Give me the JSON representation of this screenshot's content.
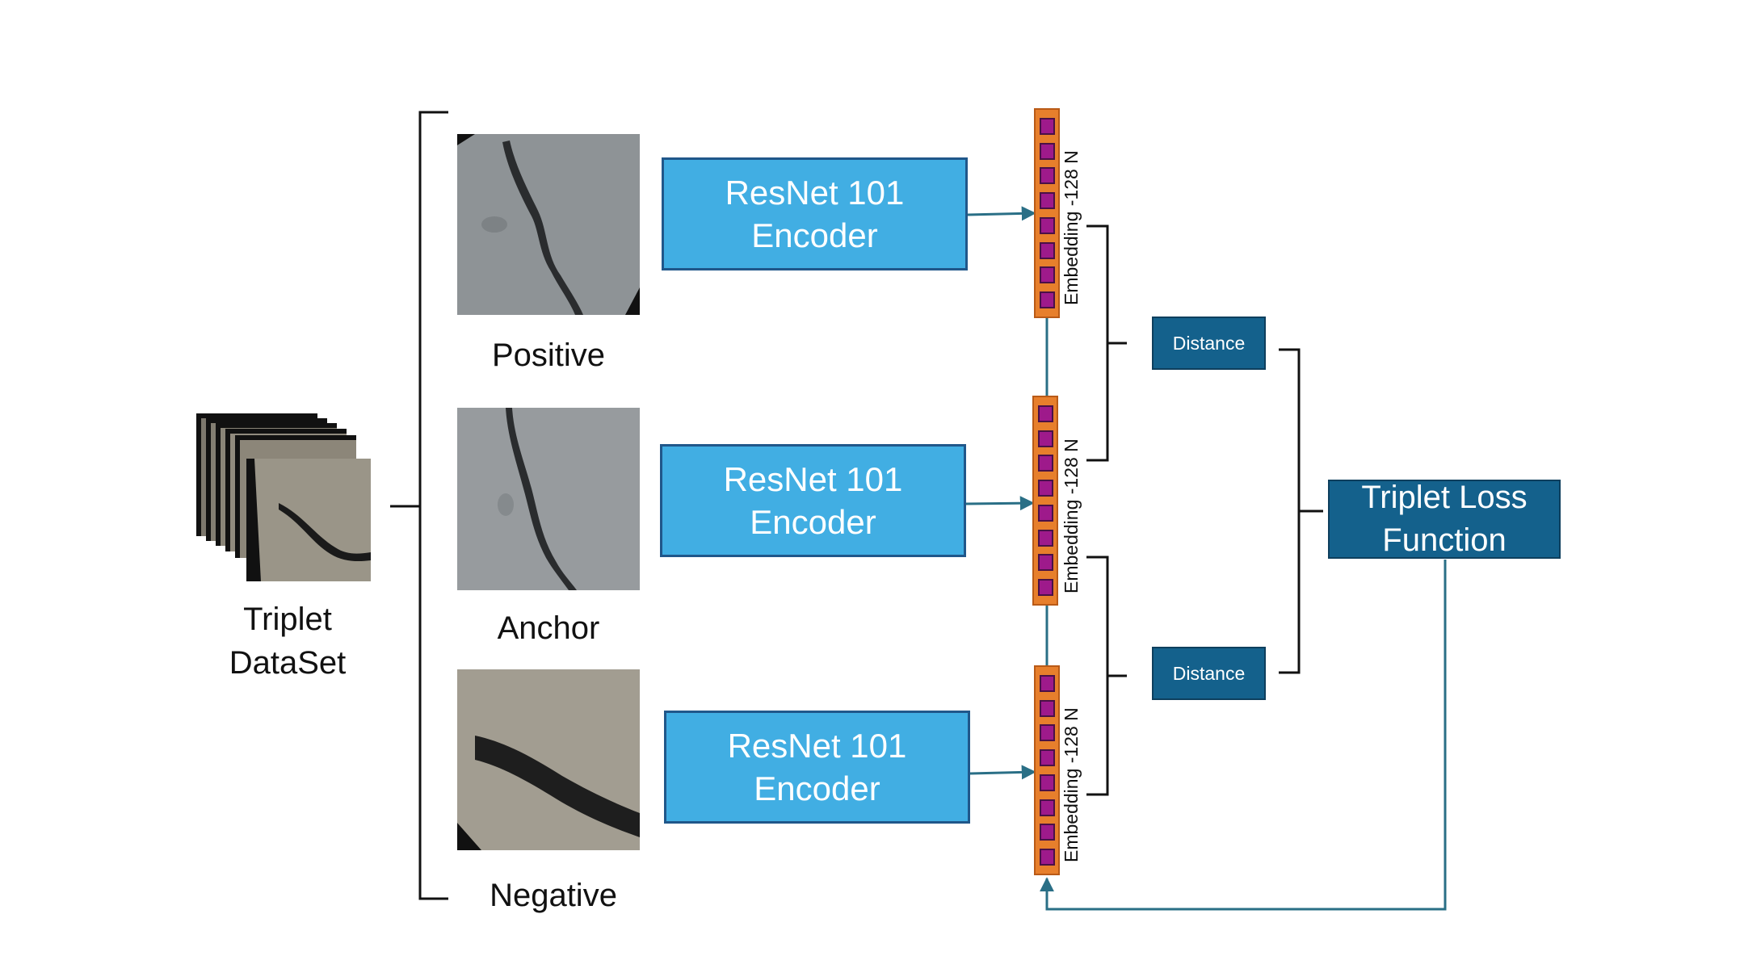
{
  "dataset": {
    "line1": "Triplet",
    "line2": "DataSet"
  },
  "samples": [
    {
      "label": "Positive"
    },
    {
      "label": "Anchor"
    },
    {
      "label": "Negative"
    }
  ],
  "encoders": [
    {
      "line1": "ResNet 101",
      "line2": "Encoder"
    },
    {
      "line1": "ResNet 101",
      "line2": "Encoder"
    },
    {
      "line1": "ResNet 101",
      "line2": "Encoder"
    }
  ],
  "embeddings": [
    {
      "label": "Embedding -128 N"
    },
    {
      "label": "Embedding -128 N"
    },
    {
      "label": "Embedding -128 N"
    }
  ],
  "distances": [
    {
      "label": "Distance"
    },
    {
      "label": "Distance"
    }
  ],
  "loss": {
    "line1": "Triplet Loss",
    "line2": "Function"
  },
  "colors": {
    "encoder_fill": "#41aee3",
    "distance_fill": "#14618c",
    "embedding_fill": "#e77f2c",
    "embedding_cell": "#9e1a8b",
    "connector": "#2a6f86"
  }
}
